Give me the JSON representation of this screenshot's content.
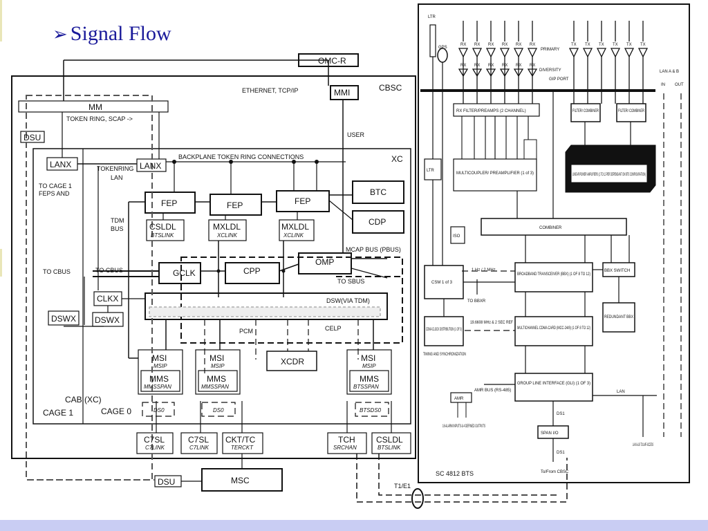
{
  "slide": {
    "title": "Signal Flow",
    "bullet": "➢"
  },
  "cbsc": {
    "omc_r": "OMC-R",
    "mmi": "MMI",
    "cbsc": "CBSC",
    "ethernet": "ETHERNET, TCP/IP",
    "mm": "MM",
    "token_ring": "TOKEN RING, SCAP ->",
    "dsu": "DSU",
    "user": "USER",
    "xc": "XC",
    "backplane": "BACKPLANE TOKEN RING CONNECTIONS",
    "lanx1": "LANX",
    "lanx2": "LANX",
    "tokenring_lan_1": "TOKENRING",
    "tokenring_lan_2": "LAN",
    "to_cage1_1": "TO CAGE 1",
    "to_cage1_2": "FEPS AND",
    "fep1": "FEP",
    "fep2": "FEP",
    "fep3": "FEP",
    "btc": "BTC",
    "cdp": "CDP",
    "tdm1": "TDM",
    "tdm2": "BUS",
    "csldl": "CSLDL",
    "btslink": "BTSLINK",
    "mxldl1": "MXLDL",
    "xclink1": "XCLINK",
    "mxldl2": "MXLDL",
    "xclink2": "XCLINK",
    "mcap": "MCAP BUS (PBUS)",
    "tocbus1": "TO CBUS",
    "tocbus2": "TO CBUS",
    "gclk": "GCLK",
    "cpp": "CPP",
    "omp": "OMP",
    "tosbus": "TO SBUS",
    "clkx": "CLKX",
    "dswx1": "DSWX",
    "dswx2": "DSWX",
    "dsw": "DSW(VIA TDM)",
    "pcm": "PCM",
    "celp": "CELP",
    "msi": "MSI",
    "msip": "MSIP",
    "mms": "MMS",
    "mmsspan": "MMSSPAN",
    "btsspan": "BTSSPAN",
    "xcdr": "XCDR",
    "cab": "CAB (XC)",
    "cage1": "CAGE 1",
    "cage0": "CAGE 0",
    "ds0": "DS0",
    "btsds0": "BTSDS0",
    "c7sl": "C7SL",
    "c7link": "C7LINK",
    "ckttc": "CKT/TC",
    "terckt": "TERCKT",
    "tch": "TCH",
    "srchan": "SRCHAN",
    "csldl2": "CSLDL",
    "btslink2": "BTSLINK",
    "dsu2": "DSU",
    "msc": "MSC",
    "t1e1": "T1/E1"
  },
  "bts": {
    "ltr": "LTR",
    "gps": "GPS",
    "primary": "PRIMARY",
    "diversity": "DIVERSITY",
    "gip_port": "GIP PORT",
    "lan_ab": "LAN A & B",
    "in": "IN",
    "out": "OUT",
    "rx_label": "RX",
    "tx_label": "TX",
    "rx_filter": "RX FILTER/PREAMPS (2 CHANNEL)",
    "filter_combiner1": "FILTER/ COMBINER",
    "filter_combiner2": "FILTER/ COMBINER",
    "rx_dist": "MULTICOUPLER/ PREAMPLIFIER (1 of 3)",
    "lpa": "LINEAR POWER AMPLIFIERS (1 TO 12 PER DEPENDANT ON BTS CONFIGURATION)",
    "ltr_box": "LTR",
    "combiner": "COMBINER",
    "iso": "ISO",
    "csm": "CSM 1 of 3",
    "hz_label": "1 Hz / 2 MHz",
    "bbx": "BROADBAND TRANSCEIVER (BBX) (1 OF 8 TO 12)",
    "bbx_switch": "BBX SWITCH",
    "to_bbxr": "TO BBXR",
    "clock_dist": "CDMA CLOCK DISTRIBUTION (1 OF 3)",
    "clock_freq": "19.6608 MHz & 2 SEC REF",
    "timing": "TIMING AND SYNCHRONIZATION",
    "mcc": "MULTICHANNEL CDMA CARD (MCC-24/8) (1 OF 8 TO 12)",
    "redundant": "REDUNDANT BBX",
    "amr": "AMR",
    "amr_bus": "AMR BUS (RS-485)",
    "alarm": "16 ALARM INPUTS & 4 DEFINED OUTPUTS",
    "gli": "GROUP LINE INTERFACE (GLI) (1 OF 3)",
    "lan": "LAN",
    "span": "SPAN I/O",
    "lan_ab2": "LAN A & B TO LMF ACCESS",
    "bts_label": "SC 4812 BTS",
    "to_cbsc": "To/From CBSC",
    "ds1a": "DS1",
    "ds1b": "DS1"
  }
}
